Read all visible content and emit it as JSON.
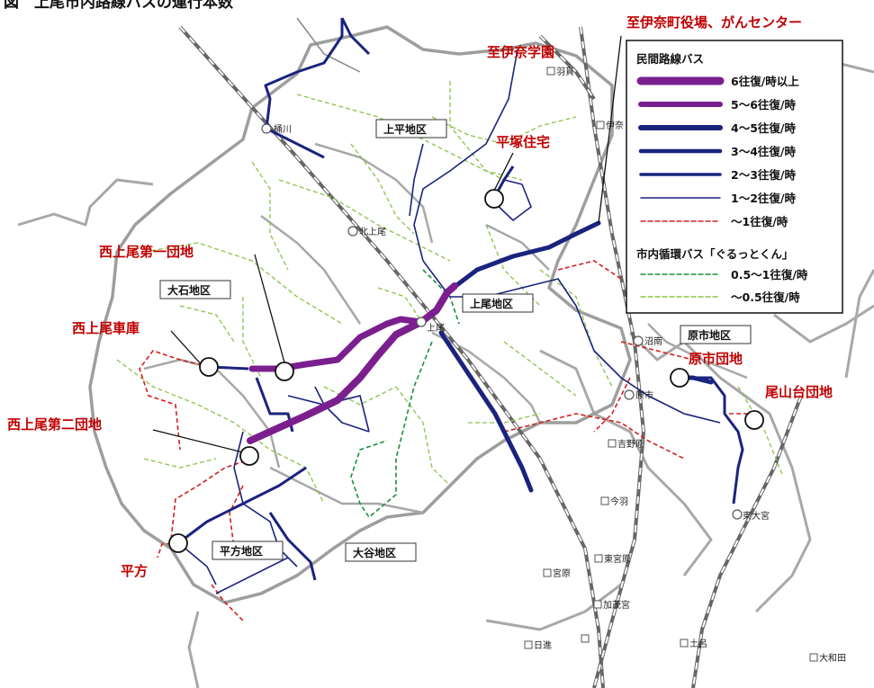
{
  "title": "図　上尾市内路線バスの運行本数",
  "map_labels": {
    "dest_ina_town": "至伊奈町役場、がんセンター",
    "dest_ina_gakuen": "至伊奈学園",
    "hiratsuka": "平塚住宅",
    "nishiageo_1": "西上尾第一団地",
    "nishiageo_garage": "西上尾車庫",
    "nishiageo_2": "西上尾第二団地",
    "hirakata": "平方",
    "haraichi_danchi": "原市団地",
    "oyamadai": "尾山台団地"
  },
  "districts": {
    "kamihira": "上平地区",
    "oishi": "大石地区",
    "ageo": "上尾地区",
    "haraichi": "原市地区",
    "hirakata": "平方地区",
    "oya": "大谷地区"
  },
  "stations": {
    "okegawa": "桶川",
    "kitaageo": "北上尾",
    "ageo": "上尾",
    "haraichi": "原市",
    "numami": "沼南",
    "yoshinohara": "吉野原",
    "imaba": "今羽",
    "higashimiyahara": "東宮原",
    "miyahara": "宮原",
    "kamochomiya": "加茂宮",
    "nisshin": "日進",
    "higashiomiya": "東大宮",
    "toro": "土呂",
    "ina": "伊奈",
    "hanyu": "羽貫",
    "owada": "大和田"
  },
  "legend": {
    "private_heading": "民間路線バス",
    "private_items": [
      {
        "label": "6往復/時以上",
        "color": "#7b1f8f",
        "style": "solid",
        "weight": "very-thick"
      },
      {
        "label": "5～6往復/時",
        "color": "#7b1f8f",
        "style": "solid",
        "weight": "thick"
      },
      {
        "label": "4～5往復/時",
        "color": "#1a237e",
        "style": "solid",
        "weight": "thick"
      },
      {
        "label": "3～4往復/時",
        "color": "#1a237e",
        "style": "solid",
        "weight": "medium"
      },
      {
        "label": "2～3往復/時",
        "color": "#1a237e",
        "style": "solid",
        "weight": "medium-thin"
      },
      {
        "label": "1～2往復/時",
        "color": "#1a237e",
        "style": "solid",
        "weight": "thin"
      },
      {
        "label": "～1往復/時",
        "color": "#d42020",
        "style": "dashed",
        "weight": "thin"
      }
    ],
    "city_heading": "市内循環バス「ぐるっとくん」",
    "city_items": [
      {
        "label": "0.5～1往復/時",
        "color": "#1d8f3d",
        "style": "dashed",
        "weight": "thin"
      },
      {
        "label": "～0.5往復/時",
        "color": "#8bc34a",
        "style": "dashed",
        "weight": "thin"
      }
    ]
  },
  "colors": {
    "boundary": "#9e9e9e",
    "rail": "#555555",
    "purple_route": "#7b1f8f",
    "navy_route": "#1a237e",
    "red_route": "#d42020",
    "green_route": "#1d8f3d",
    "lightgreen_route": "#8bc34a",
    "label_red": "#c00000"
  }
}
